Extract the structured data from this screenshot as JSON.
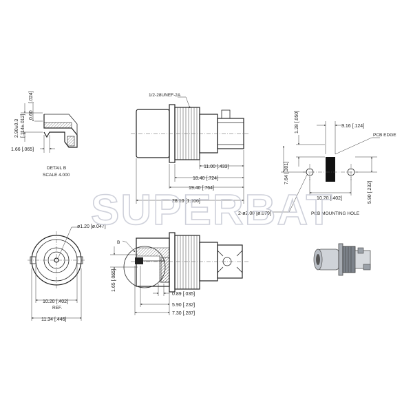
{
  "watermark": "SUPERBAT",
  "detail": {
    "title": "DETAIL B",
    "scale": "SCALE 4.000",
    "dim_height": "2.90±0.3",
    "dim_height_in": "[.114±.012]",
    "dim_lip": "0.60",
    "dim_lip_in": "[.024]",
    "dim_width": "1.66 [.065]"
  },
  "side_view": {
    "thread": "1/2-28UNEF-2A",
    "dims": [
      "11.00 [.433]",
      "18.40 [.724]",
      "19.40 [.764]",
      "28.10 [1.106]"
    ]
  },
  "pcb": {
    "edge": "PCB EDGE",
    "mounting": "PCB MOUNTING HOLE",
    "hole": "2-ø2.00 [ø.079]",
    "d316": "3.16 [.124]",
    "d128": "1.28 [.050]",
    "d764": "7.64 [.301]",
    "d1020": "10.20 [.402]",
    "d590": "5.90 [.232]"
  },
  "front_view": {
    "pin": "ø1.20 [ø.047]",
    "ref": "10.20 [.402]",
    "ref_label": "REF.",
    "width": "11.34 [.446]"
  },
  "section_view": {
    "label_b": "B",
    "d165": "1.65 [.065]",
    "d089": "0.89 [.035]",
    "d590": "5.90 [.232]",
    "d730": "7.30 [.287]"
  }
}
